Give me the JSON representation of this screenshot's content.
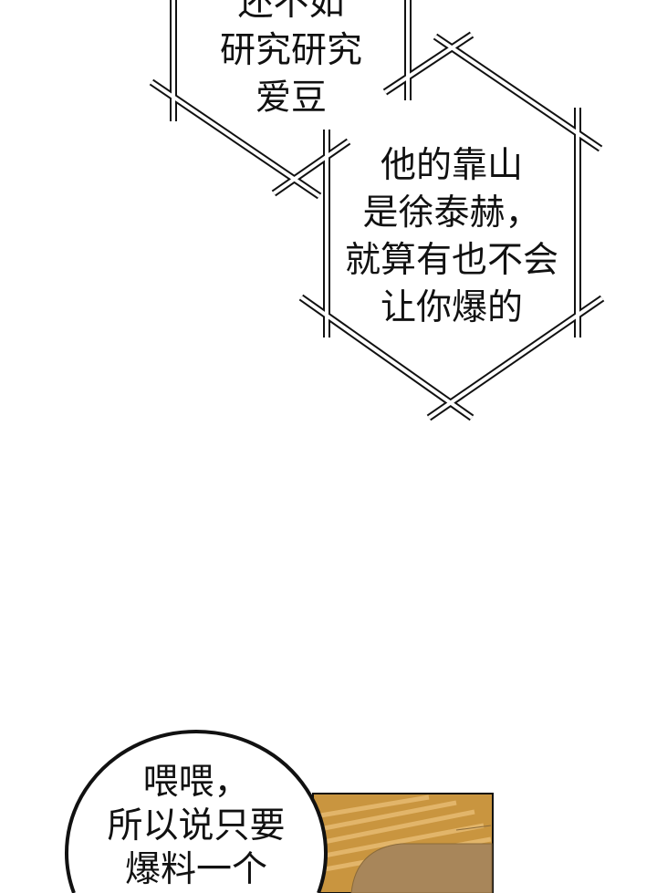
{
  "bubbles": [
    {
      "id": "hex-top",
      "lines": [
        "还不如",
        "研究研究",
        "爱豆"
      ]
    },
    {
      "id": "hex-right",
      "lines": [
        "他的靠山",
        "是徐泰赫，",
        "就算有也不会",
        "让你爆的"
      ]
    },
    {
      "id": "speech-bottom",
      "lines": [
        "喂喂，",
        "所以说只要",
        "爆料一个"
      ]
    }
  ],
  "colors": {
    "panel": "#c9953f",
    "panel_shadow": "#a8865a",
    "ink": "#111111"
  }
}
